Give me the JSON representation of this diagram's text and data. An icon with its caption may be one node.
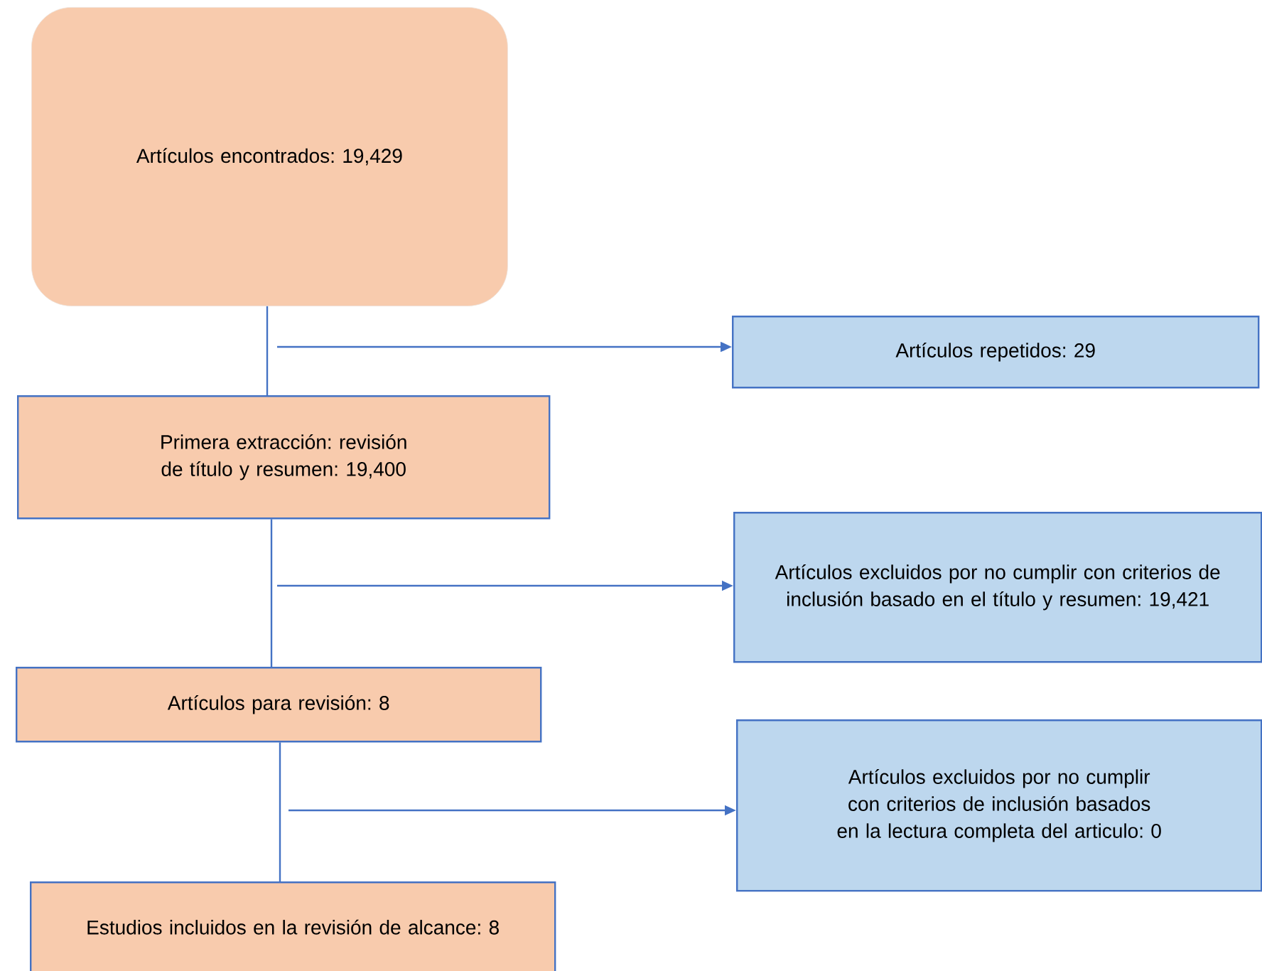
{
  "diagram": {
    "nodes": [
      {
        "text": [
          "Artículos encontrados: 19,429"
        ]
      },
      {
        "text": [
          "Artículos repetidos: 29"
        ]
      },
      {
        "text": [
          "Primera extracción: revisión de título y resumen: 19,400"
        ]
      },
      {
        "text": [
          "Artículos excluidos por no cumplir con criterios de inclusión basado en el título y resumen: 19,421"
        ]
      },
      {
        "text": [
          "Artículos para revisión: 8"
        ]
      },
      {
        "text": [
          "Artículos excluidos por no cumplir con criterios de inclusión basados en la lectura completa del articulo: 0"
        ]
      },
      {
        "text": [
          "Estudios incluidos en la revisión de alcance: 8"
        ]
      }
    ],
    "edges": [
      {
        "from": 0,
        "to": 2,
        "arrow": "none"
      },
      {
        "from": null,
        "to": 1,
        "arrow": "to"
      },
      {
        "from": 2,
        "to": 4,
        "arrow": "none"
      },
      {
        "from": null,
        "to": 3,
        "arrow": "to"
      },
      {
        "from": 4,
        "to": 6,
        "arrow": "none"
      },
      {
        "from": null,
        "to": 5,
        "arrow": "to"
      }
    ]
  }
}
